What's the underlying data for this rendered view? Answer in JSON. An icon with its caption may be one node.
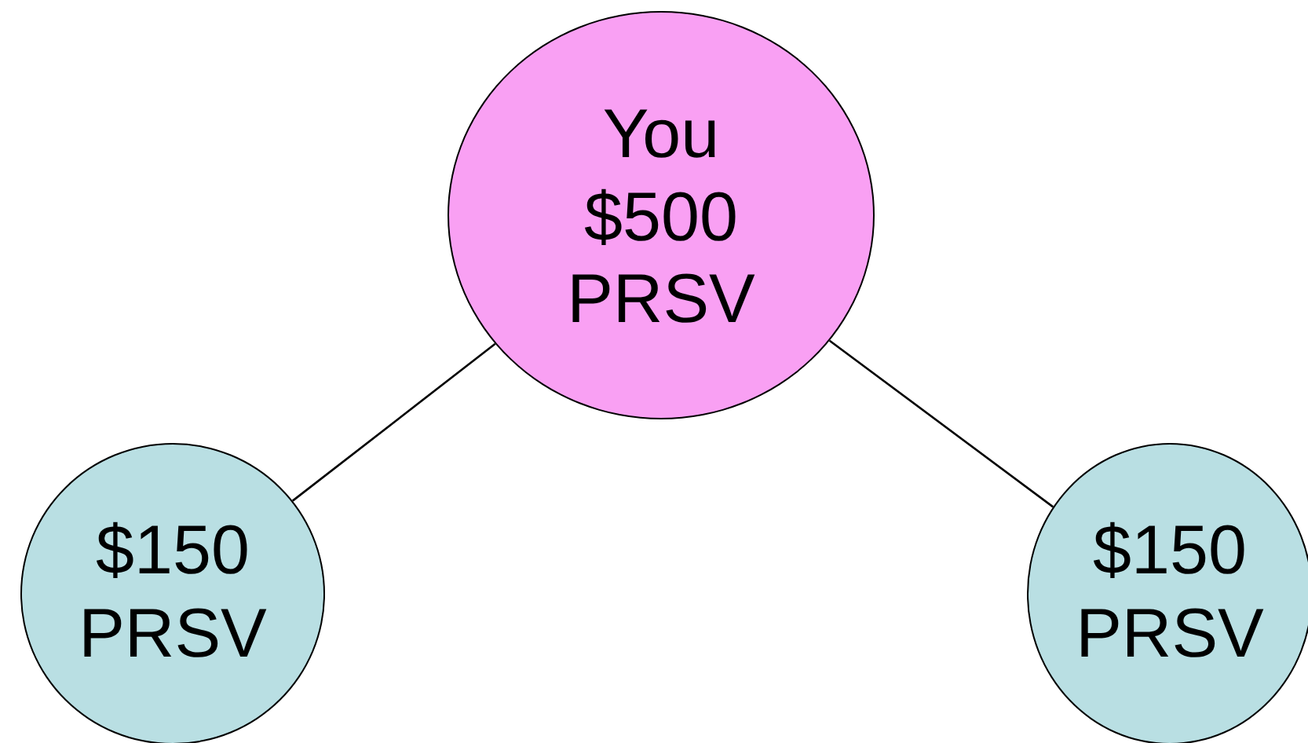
{
  "diagram": {
    "nodes": [
      {
        "text": [
          "You $500 PRSV"
        ]
      },
      {
        "text": [
          "$150 PRSV"
        ]
      },
      {
        "text": [
          "$150 PRSV"
        ]
      }
    ],
    "edges": [
      {
        "from": 0,
        "to": 1,
        "arrow": "none"
      },
      {
        "from": 0,
        "to": 2,
        "arrow": "none"
      }
    ]
  }
}
